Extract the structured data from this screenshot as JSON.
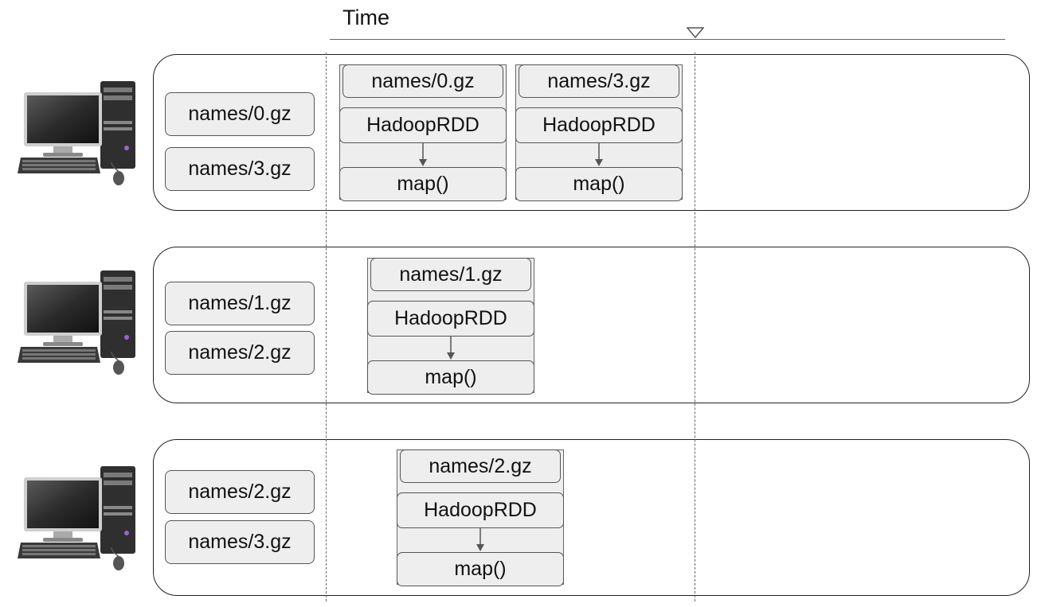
{
  "timeline": {
    "label": "Time"
  },
  "nodes": [
    {
      "files": [
        "names/0.gz",
        "names/3.gz"
      ],
      "tasks": [
        {
          "input": "names/0.gz",
          "rdd": "HadoopRDD",
          "op": "map()"
        },
        {
          "input": "names/3.gz",
          "rdd": "HadoopRDD",
          "op": "map()"
        }
      ]
    },
    {
      "files": [
        "names/1.gz",
        "names/2.gz"
      ],
      "tasks": [
        {
          "input": "names/1.gz",
          "rdd": "HadoopRDD",
          "op": "map()"
        }
      ]
    },
    {
      "files": [
        "names/2.gz",
        "names/3.gz"
      ],
      "tasks": [
        {
          "input": "names/2.gz",
          "rdd": "HadoopRDD",
          "op": "map()"
        }
      ]
    }
  ],
  "colors": {
    "box_fill": "#eeeeef",
    "box_border": "#555555",
    "panel_border": "#222222",
    "axis": "#666666"
  },
  "icons": [
    "computer-icon",
    "time-marker-triangle-icon",
    "arrow-down-icon"
  ]
}
